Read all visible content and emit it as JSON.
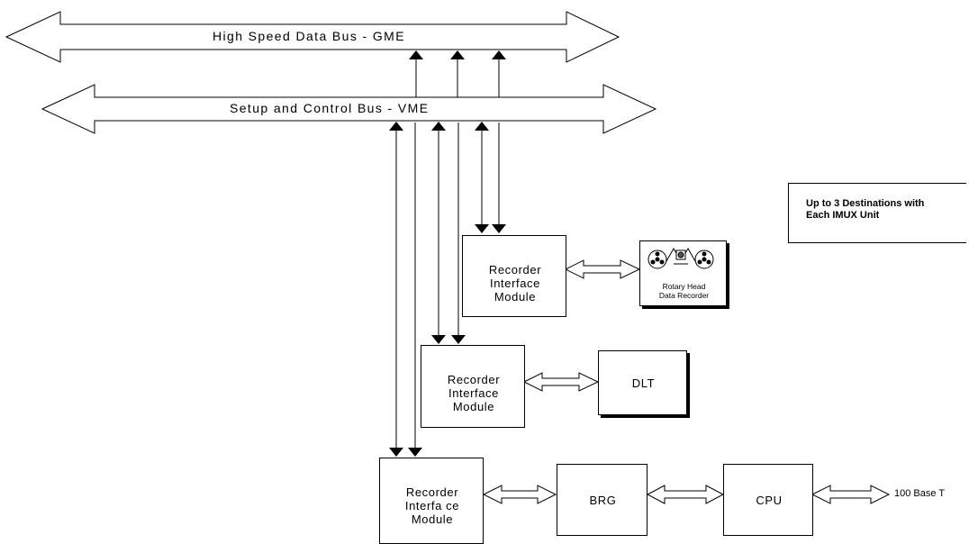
{
  "buses": {
    "high_speed": "High Speed Data Bus - GME",
    "setup_control": "Setup and Control Bus - VME"
  },
  "modules": {
    "rim1": [
      "Recorder",
      "Interface",
      "Module"
    ],
    "rim2": [
      "Recorder",
      "Interface",
      "Module"
    ],
    "rim3": [
      "Recorder",
      "Interfa ce",
      "Module"
    ]
  },
  "devices": {
    "rotary_head": [
      "Rotary Head",
      "Data Recorder"
    ],
    "dlt": "DLT",
    "brg": "BRG",
    "cpu": "CPU",
    "network": "100 Base T"
  },
  "note": [
    "Up to 3 Destinations with",
    "Each IMUX Unit"
  ]
}
